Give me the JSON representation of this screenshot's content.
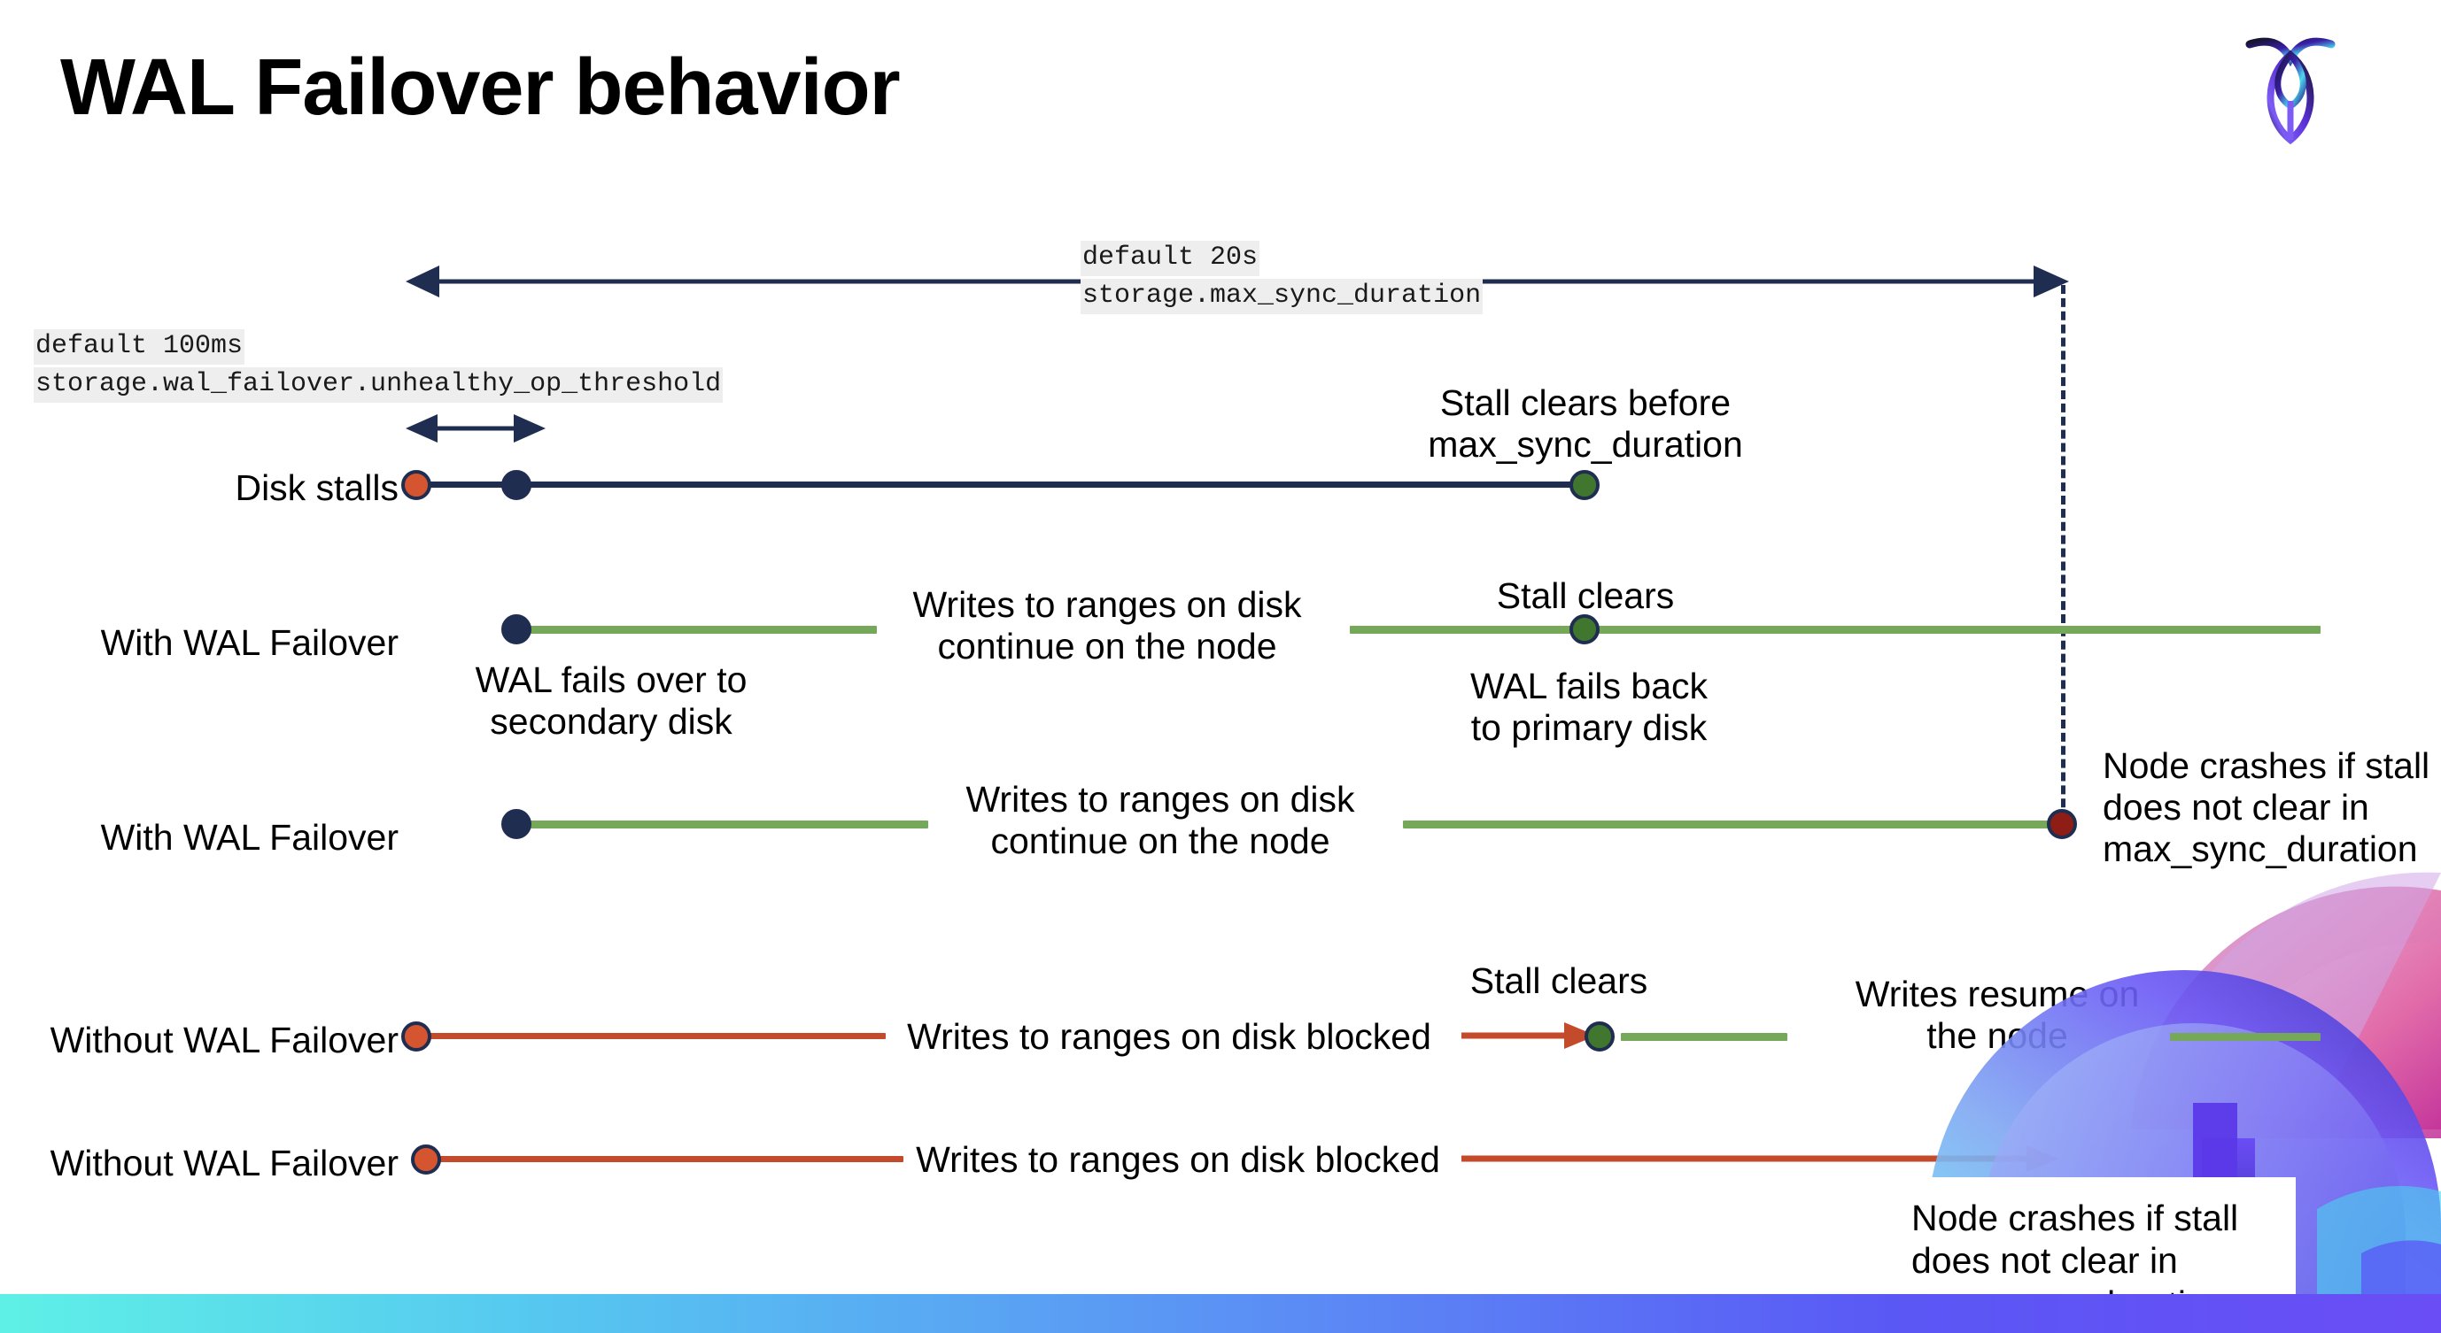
{
  "slide": {
    "title": "WAL Failover behavior",
    "logo_name": "cockroachdb-logo"
  },
  "colors": {
    "navy": "#1f2d51",
    "green_line": "#76a85a",
    "red_line": "#c44a2c",
    "dot_orange": "#d4552f",
    "dot_navy": "#1f2d51",
    "dot_green": "#41762f",
    "dot_darkred": "#8d1d15",
    "code_chip_bg": "#eeeeee",
    "band_start": "#5ef0e6",
    "band_end": "#6a4df5"
  },
  "settings": {
    "max_sync_duration": {
      "default_label": "default 20s",
      "name": "storage.max_sync_duration"
    },
    "unhealthy_op_threshold": {
      "default_label": "default 100ms",
      "name": "storage.wal_failover.unhealthy_op_threshold"
    }
  },
  "rows": [
    {
      "key": "disk-stalls",
      "label": "Disk stalls",
      "annotations": [
        "Stall clears before\nmax_sync_duration"
      ]
    },
    {
      "key": "with-wal-failover-1",
      "label": "With WAL Failover",
      "annotations": [
        "WAL fails over to\nsecondary disk",
        "Writes to ranges on disk\ncontinue on the node",
        "Stall clears",
        "WAL fails  back\nto primary disk"
      ]
    },
    {
      "key": "with-wal-failover-2",
      "label": "With WAL Failover",
      "annotations": [
        "Writes to ranges on disk\ncontinue on the node",
        "Node crashes if stall\ndoes not clear in\nmax_sync_duration"
      ]
    },
    {
      "key": "without-wal-failover-1",
      "label": "Without WAL Failover",
      "annotations": [
        "Writes to ranges on disk  blocked",
        "Stall clears",
        "Writes resume on\nthe node"
      ]
    },
    {
      "key": "without-wal-failover-2",
      "label": "Without WAL Failover",
      "annotations": [
        "Writes to ranges on disk  blocked",
        "Node crashes if stall\ndoes not clear in\nmax_sync_duration"
      ]
    }
  ]
}
